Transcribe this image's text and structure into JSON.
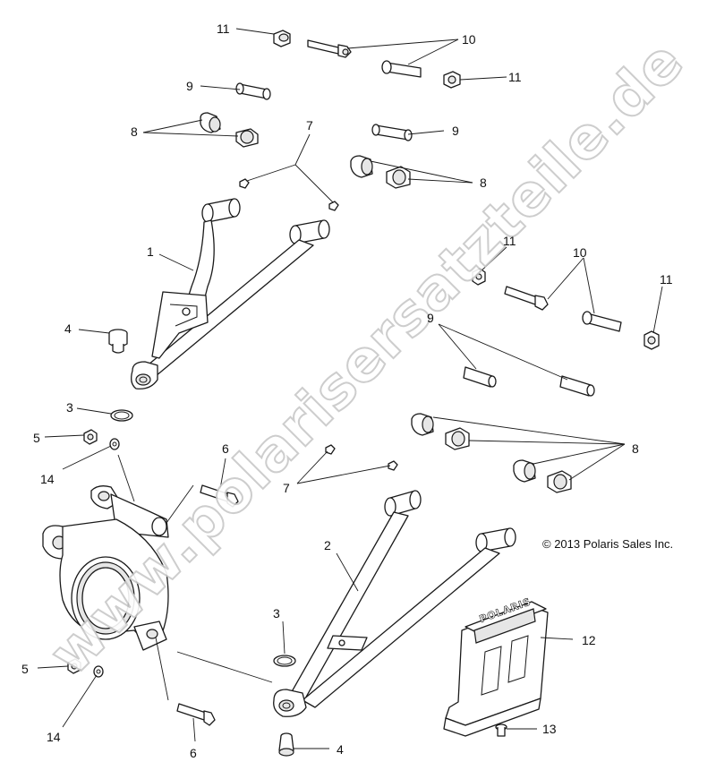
{
  "diagram": {
    "copyright": "© 2013 Polaris Sales Inc.",
    "watermark": "www.polarisersatzteile.de",
    "guard_logo_text": "POLARIS",
    "callouts": {
      "c11_top_left": "11",
      "c10_top": "10",
      "c11_top_right": "11",
      "c9_top_left": "9",
      "c8_top_left": "8",
      "c7_top": "7",
      "c9_top_right": "9",
      "c8_top_right": "8",
      "c1": "1",
      "c11_mid": "11",
      "c10_mid": "10",
      "c11_mid_right": "11",
      "c9_mid": "9",
      "c4_top": "4",
      "c3_top": "3",
      "c5_top": "5",
      "c14_top": "14",
      "c6_top": "6",
      "c8_mid_right": "8",
      "c7_mid": "7",
      "c2": "2",
      "c3_bottom": "3",
      "c12": "12",
      "c5_bottom": "5",
      "c14_bottom": "14",
      "c6_bottom": "6",
      "c13": "13",
      "c4_bottom": "4"
    }
  }
}
